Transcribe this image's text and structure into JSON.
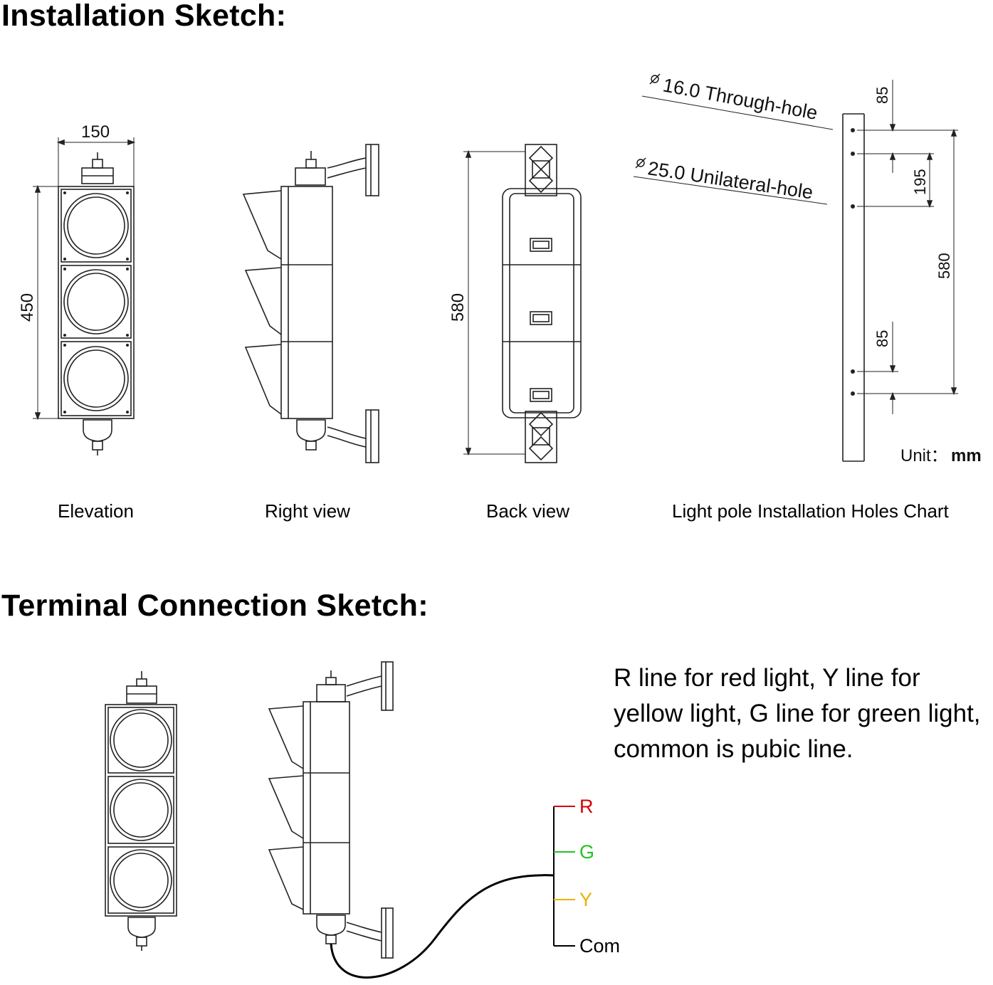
{
  "headings": {
    "installation": "Installation Sketch:",
    "terminal": "Terminal Connection Sketch:"
  },
  "captions": {
    "elevation": "Elevation",
    "right_view": "Right view",
    "back_view": "Back view",
    "holes_chart": "Light pole Installation Holes Chart"
  },
  "dimensions": {
    "elevation_width": "150",
    "elevation_height": "450",
    "back_height": "580",
    "hole_top_offset": "85",
    "hole_spacing": "195",
    "hole_total": "580",
    "hole_bottom_offset": "85"
  },
  "holes": {
    "through_hole": "16.0 Through-hole",
    "unilateral_hole": "25.0 Unilateral-hole"
  },
  "unit": {
    "label": "Unit：",
    "value": "mm"
  },
  "description": "R line for red light, Y line for yellow light,  G line for green light, common is pubic line.",
  "wires": {
    "r": "R",
    "g": "G",
    "y": "Y",
    "com": "Com",
    "r_color": "#d40000",
    "g_color": "#22c322",
    "y_color": "#e6b400",
    "com_color": "#000000"
  }
}
